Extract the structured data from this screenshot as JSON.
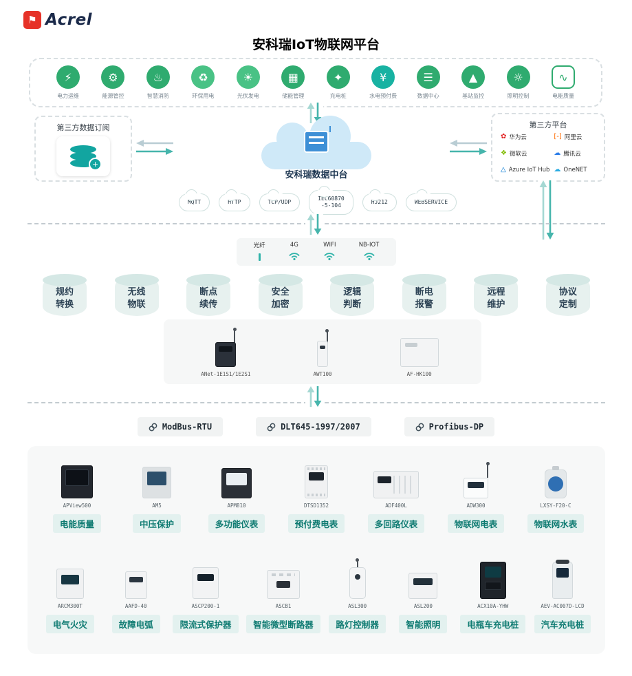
{
  "brand": {
    "name": "Acrel",
    "logo_icon": "red-flag-icon"
  },
  "title": "安科瑞IoT物联网平台",
  "colors": {
    "green": "#2fab6f",
    "teal": "#2fb3a9",
    "cloud_blue": "#cfe9f8",
    "pill_bg": "#e3f1ef",
    "pill_text": "#0f7b72",
    "logo_red": "#e63228"
  },
  "apps": {
    "items": [
      {
        "label": "电力运维",
        "glyph": "⚡",
        "color": "#2fab6f"
      },
      {
        "label": "能源管控",
        "glyph": "⚙",
        "color": "#2fab6f"
      },
      {
        "label": "智慧消防",
        "glyph": "♨",
        "color": "#2fab6f"
      },
      {
        "label": "环保用电",
        "glyph": "♻",
        "color": "#49c285"
      },
      {
        "label": "光伏发电",
        "glyph": "☀",
        "color": "#49c285"
      },
      {
        "label": "储能管理",
        "glyph": "▦",
        "color": "#2fab6f"
      },
      {
        "label": "充电桩",
        "glyph": "✦",
        "color": "#2fab6f"
      },
      {
        "label": "水电预付费",
        "glyph": "¥",
        "color": "#18b2a2"
      },
      {
        "label": "数据中心",
        "glyph": "☰",
        "color": "#2fab6f"
      },
      {
        "label": "基站监控",
        "glyph": "▲",
        "color": "#2fab6f"
      },
      {
        "label": "照明控制",
        "glyph": "☼",
        "color": "#2fab6f"
      },
      {
        "label": "电能质量",
        "glyph": "∿",
        "color": "#ffffff",
        "style": "outline"
      }
    ]
  },
  "third_party_subscription": {
    "title": "第三方数据订阅",
    "icon": "database-plus-icon"
  },
  "data_hub": {
    "label": "安科瑞数据中台",
    "icon": "cloud-server-icon"
  },
  "third_party_platforms": {
    "title": "第三方平台",
    "platforms": [
      {
        "name": "华为云",
        "glyph": "✿",
        "color": "#e02020"
      },
      {
        "name": "阿里云",
        "glyph": "[-]",
        "color": "#ff6a00"
      },
      {
        "name": "微软云",
        "glyph": "❖",
        "color": "#7fba00"
      },
      {
        "name": "腾讯云",
        "glyph": "☁",
        "color": "#2b7de9"
      },
      {
        "name": "Azure IoT Hub",
        "glyph": "△",
        "color": "#0078d4"
      },
      {
        "name": "OneNET",
        "glyph": "☁",
        "color": "#29abe2"
      }
    ]
  },
  "protocols": {
    "clouds": [
      {
        "label": "MQTT"
      },
      {
        "label": "HTTP"
      },
      {
        "label": "TCP/UDP"
      },
      {
        "label": "IEC60870\n-5-104"
      },
      {
        "label": "HJ212"
      },
      {
        "label": "WEBSERVICE"
      }
    ]
  },
  "connectivity": {
    "items": [
      {
        "label": "光纤",
        "icon": "fiber"
      },
      {
        "label": "4G",
        "icon": "wifi"
      },
      {
        "label": "WIFI",
        "icon": "wifi"
      },
      {
        "label": "NB-IOT",
        "icon": "wifi"
      }
    ]
  },
  "features": {
    "items": [
      {
        "label": "规约\n转换"
      },
      {
        "label": "无线\n物联"
      },
      {
        "label": "断点\n续传"
      },
      {
        "label": "安全\n加密"
      },
      {
        "label": "逻辑\n判断"
      },
      {
        "label": "断电\n报警"
      },
      {
        "label": "远程\n维护"
      },
      {
        "label": "协议\n定制"
      }
    ]
  },
  "gateways": {
    "items": [
      {
        "model": "ANet-1E1S1/1E2S1",
        "variant": "g-anet"
      },
      {
        "model": "AWT100",
        "variant": "g-awt"
      },
      {
        "model": "AF-HK100",
        "variant": "g-afhk"
      }
    ]
  },
  "bus_protocols": {
    "items": [
      {
        "label": "ModBus-RTU"
      },
      {
        "label": "DLT645-1997/2007"
      },
      {
        "label": "Profibus-DP"
      }
    ]
  },
  "products": {
    "row1": [
      {
        "model": "APView500",
        "label": "电能质量",
        "variant": "v-dark"
      },
      {
        "model": "AM5",
        "label": "中压保护",
        "variant": "v-gray"
      },
      {
        "model": "APM810",
        "label": "多功能仪表",
        "variant": "v-panel"
      },
      {
        "model": "DTSD1352",
        "label": "预付费电表",
        "variant": "v-din"
      },
      {
        "model": "ADF400L",
        "label": "多回路仪表",
        "variant": "v-din-wide"
      },
      {
        "model": "ADW300",
        "label": "物联网电表",
        "variant": "v-iot"
      },
      {
        "model": "LXSY-F20-C",
        "label": "物联网水表",
        "variant": "v-water"
      }
    ],
    "row2": [
      {
        "model": "ARCM300T",
        "label": "电气火灾",
        "variant": "v-arcm"
      },
      {
        "model": "AAFD-40",
        "label": "故障电弧",
        "variant": "v-aafd"
      },
      {
        "model": "ASCP200-1",
        "label": "限流式保护器",
        "variant": "v-ascp"
      },
      {
        "model": "ASCB1",
        "label": "智能微型断路器",
        "variant": "v-breaker"
      },
      {
        "model": "ASL300",
        "label": "路灯控制器",
        "variant": "v-asl300"
      },
      {
        "model": "ASL200",
        "label": "智能照明",
        "variant": "v-asl200"
      },
      {
        "model": "ACX10A-YHW",
        "label": "电瓶车充电桩",
        "variant": "v-cabinet"
      },
      {
        "model": "AEV-AC007D-LCD",
        "label": "汽车充电桩",
        "variant": "v-pile"
      }
    ]
  }
}
